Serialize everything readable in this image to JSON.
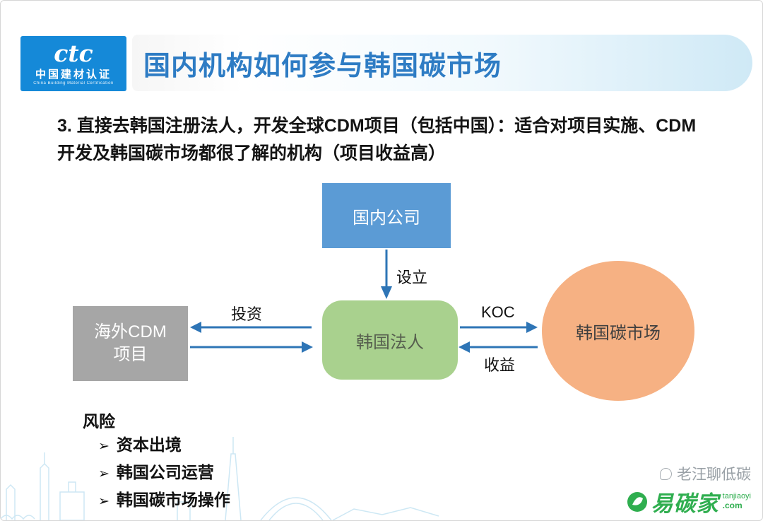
{
  "colors": {
    "title_blue": "#2e7cc4",
    "logo_bg": "#1589d8",
    "node_blue": "#5b9bd5",
    "node_green": "#a9d18e",
    "node_gray": "#a6a6a6",
    "node_orange": "#f6b183",
    "arrow_blue": "#2e75b6",
    "watermark_green": "#2fae4f"
  },
  "logo": {
    "brand": "ctc",
    "name": "中国建材认证",
    "subtitle": "China Building Material Certification"
  },
  "header": {
    "title": "国内机构如何参与韩国碳市场"
  },
  "body": {
    "paragraph": "3. 直接去韩国注册法人，开发全球CDM项目（包括中国）：适合对项目实施、CDM开发及韩国碳市场都很了解的机构（项目收益高）"
  },
  "diagram": {
    "nodes": {
      "domestic_company": "国内公司",
      "korean_entity": "韩国法人",
      "overseas_cdm": [
        "海外CDM",
        "项目"
      ],
      "korean_market": "韩国碳市场"
    },
    "labels": {
      "establish": "设立",
      "invest": "投资",
      "koc": "KOC",
      "revenue": "收益"
    }
  },
  "risks": {
    "title": "风险",
    "bullet_char": "➢",
    "items": [
      "资本出境",
      "韩国公司运营",
      "韩国碳市场操作"
    ]
  },
  "watermark": {
    "line1": "老汪聊低碳",
    "brand": "易碳家",
    "domain_top": "tanjiaoyi",
    "domain_bottom": ".com"
  }
}
